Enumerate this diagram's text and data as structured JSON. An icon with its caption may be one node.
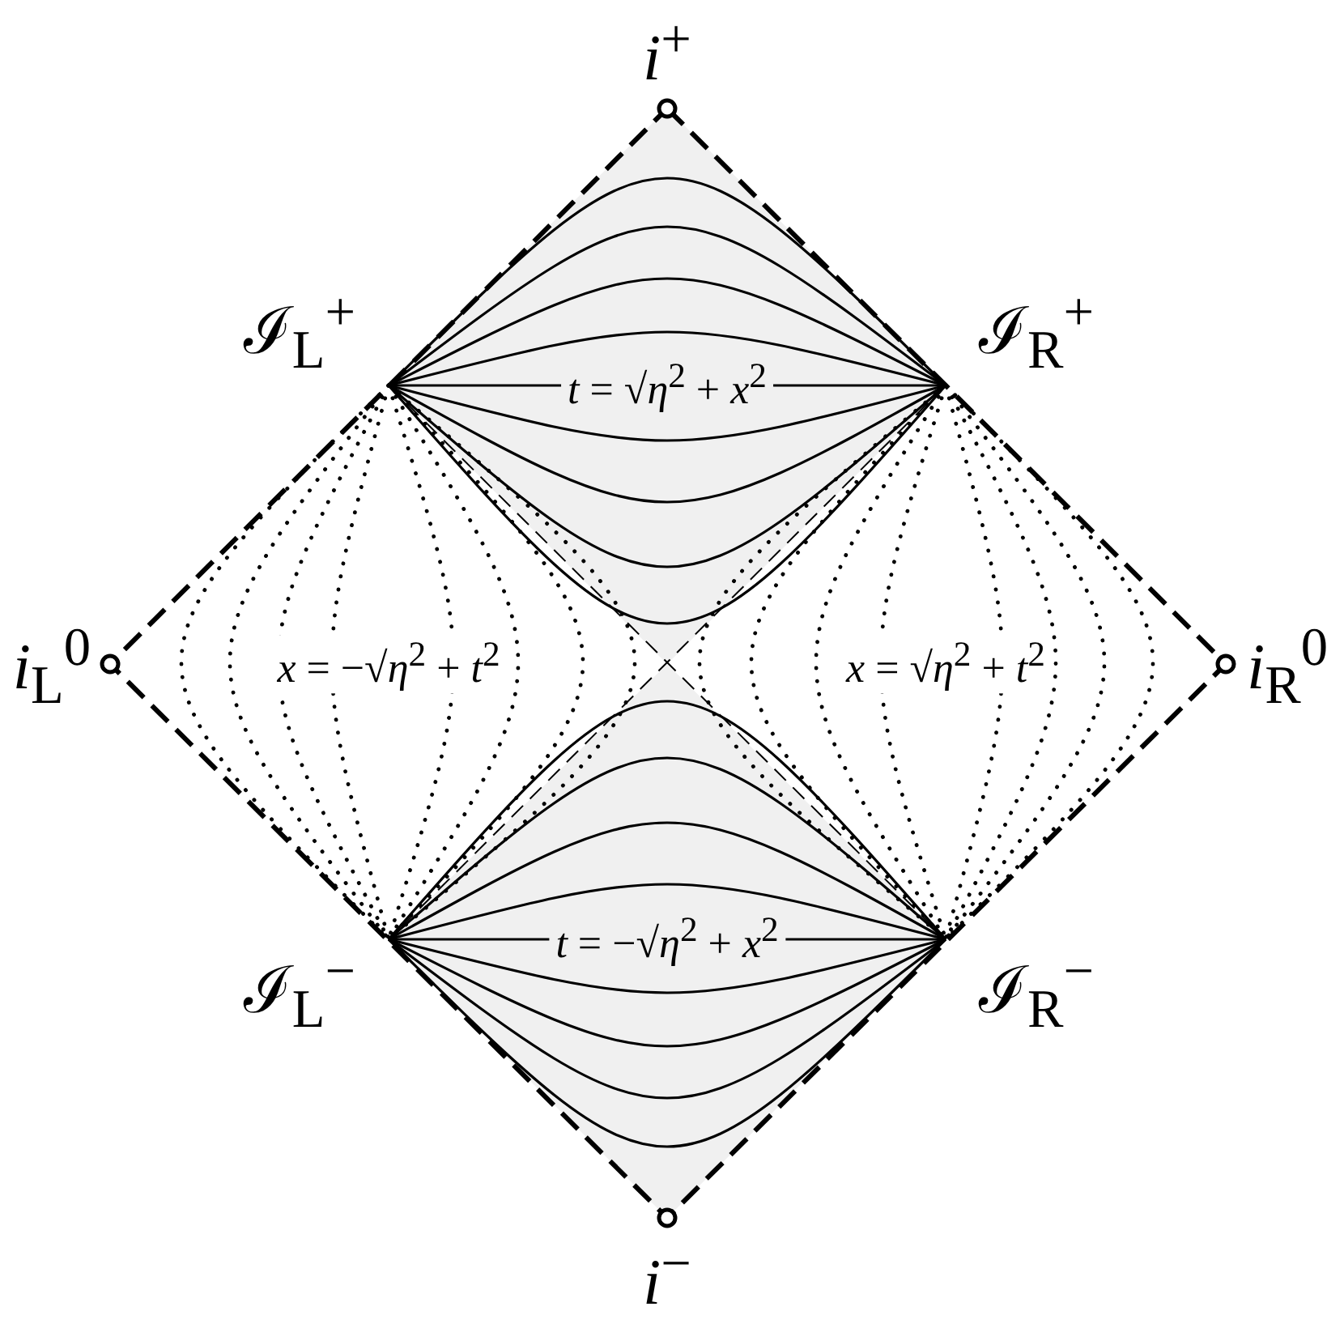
{
  "diagram": {
    "labels": [
      "*i*$^{+}$",
      "ℐ$_{L}$$^{+}$",
      "ℐ$_{R}$$^{+}$",
      "*t* = √*η*$^{2}$ + *x*$^{2}$",
      "*i*$_{L}$$^{0}$",
      "*x* = −√*η*$^{2}$ + *t*$^{2}$",
      "*x* = √*η*$^{2}$ + *t*$^{2}$",
      "*i*$_{R}$$^{0}$",
      "ℐ$_{L}$$^{−}$",
      "*t* = −√*η*$^{2}$ + *x*$^{2}$",
      "ℐ$_{R}$$^{−}$",
      "*i*$^{−}$"
    ]
  }
}
